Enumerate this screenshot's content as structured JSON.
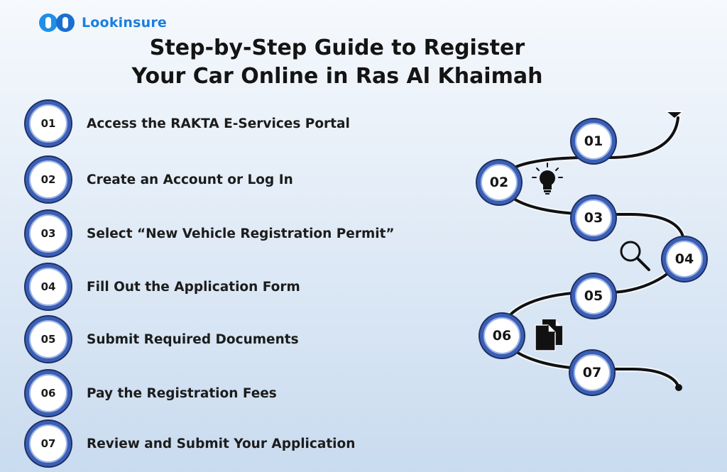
{
  "brand": {
    "name": "Lookinsure",
    "icon": "logo-circles-icon",
    "color": "#1a7fe0"
  },
  "title": {
    "line1": "Step-by-Step Guide to Register",
    "line2": "Your Car Online in Ras Al Khaimah"
  },
  "steps": [
    {
      "num": "01",
      "label": "Access the RAKTA E-Services Portal"
    },
    {
      "num": "02",
      "label": "Create an Account or Log In"
    },
    {
      "num": "03",
      "label": "Select “New Vehicle Registration Permit”"
    },
    {
      "num": "04",
      "label": "Fill Out the Application Form"
    },
    {
      "num": "05",
      "label": "Submit Required Documents"
    },
    {
      "num": "06",
      "label": "Pay the Registration Fees"
    },
    {
      "num": "07",
      "label": "Review and Submit Your Application"
    }
  ],
  "roadmap": {
    "nodes": [
      "01",
      "02",
      "03",
      "04",
      "05",
      "06",
      "07"
    ],
    "icons": [
      "lightbulb-icon",
      "magnifier-icon",
      "documents-icon",
      "arrow-down-icon"
    ]
  },
  "colors": {
    "ring": "#3b5fb6",
    "ring_dark": "#1e2f63",
    "text": "#1c1c1c"
  }
}
